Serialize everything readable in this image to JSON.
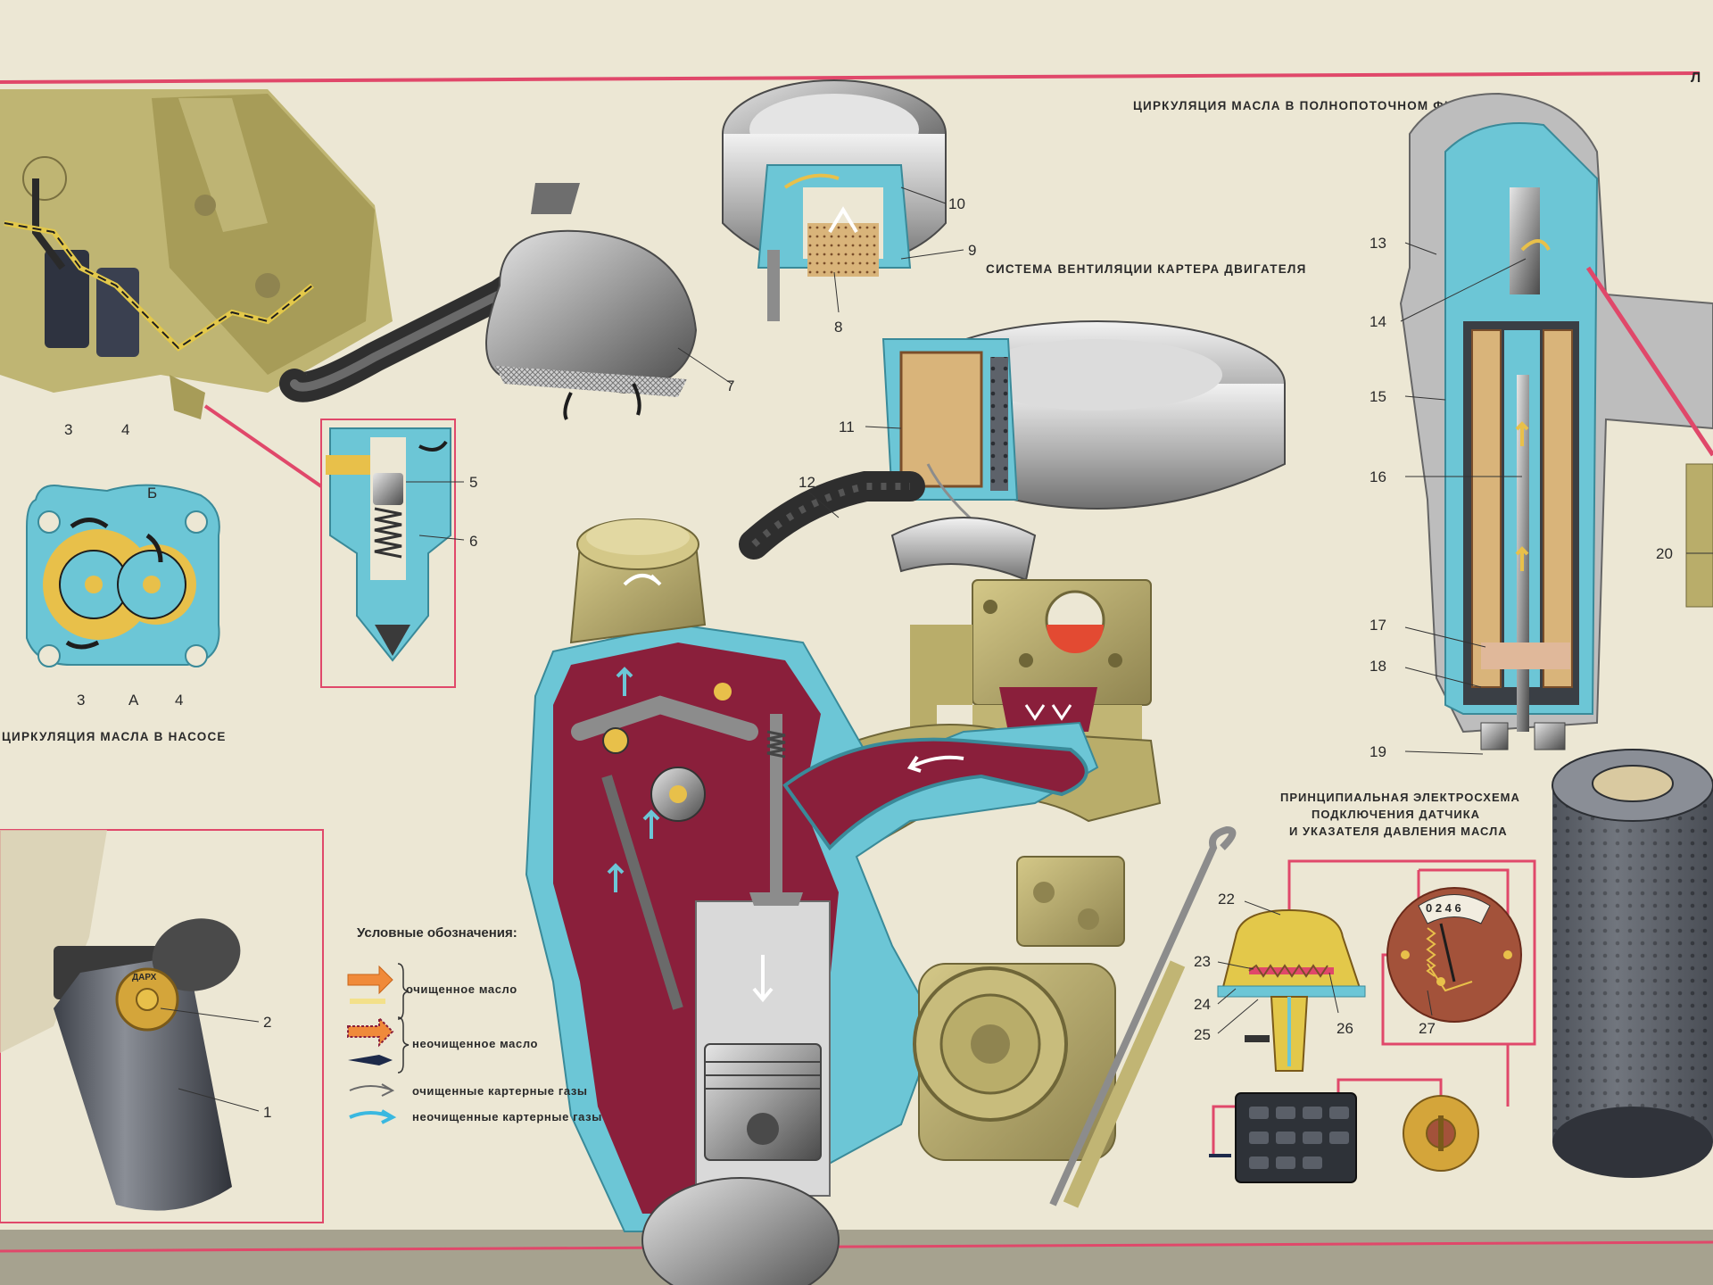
{
  "captions": {
    "pump_circulation": "ЦИРКУЛЯЦИЯ МАСЛА В НАСОСЕ",
    "filter_circulation": "ЦИРКУЛЯЦИЯ МАСЛА В ПОЛНОПОТОЧНОМ ФИЛЬТРЕ",
    "crankcase_ventilation": "СИСТЕМА ВЕНТИЛЯЦИИ КАРТЕРА ДВИГАТЕЛЯ",
    "electro_line1": "ПРИНЦИПИАЛЬНАЯ ЭЛЕКТРОСХЕМА",
    "electro_line2": "ПОДКЛЮЧЕНИЯ ДАТЧИКА",
    "electro_line3": "И УКАЗАТЕЛЯ ДАВЛЕНИЯ МАСЛА",
    "corner_mark": "Л"
  },
  "legend": {
    "title": "Условные обозначения:",
    "clean_oil": "очищенное масло",
    "dirty_oil": "неочищенное масло",
    "clean_gases": "очищенные картерные газы",
    "dirty_gases": "неочищенные картерные газы"
  },
  "pump_labels": {
    "b": "Б",
    "a": "А",
    "n3": "3",
    "n4": "4"
  },
  "gauge_scale": "0 2 4 6",
  "sensor_text": "ДАРХ",
  "numbers": {
    "n1": "1",
    "n2": "2",
    "n3": "3",
    "n4": "4",
    "n5": "5",
    "n6": "6",
    "n7": "7",
    "n8": "8",
    "n9": "9",
    "n10": "10",
    "n11": "11",
    "n12": "12",
    "n13": "13",
    "n14": "14",
    "n15": "15",
    "n16": "16",
    "n17": "17",
    "n18": "18",
    "n19": "19",
    "n20": "20",
    "n22": "22",
    "n23": "23",
    "n24": "24",
    "n25": "25",
    "n26": "26",
    "n27": "27"
  },
  "colors": {
    "paper": "#ece7d4",
    "border_red": "#e0486a",
    "oil_clean": "#e8c04a",
    "oil_dirty": "#f08a3a",
    "gas_cavity": "#8a1f3b",
    "wall_blue": "#6cc6d6",
    "engine_olive": "#b9ad6a",
    "metal_gray": "#8c8c8c"
  }
}
